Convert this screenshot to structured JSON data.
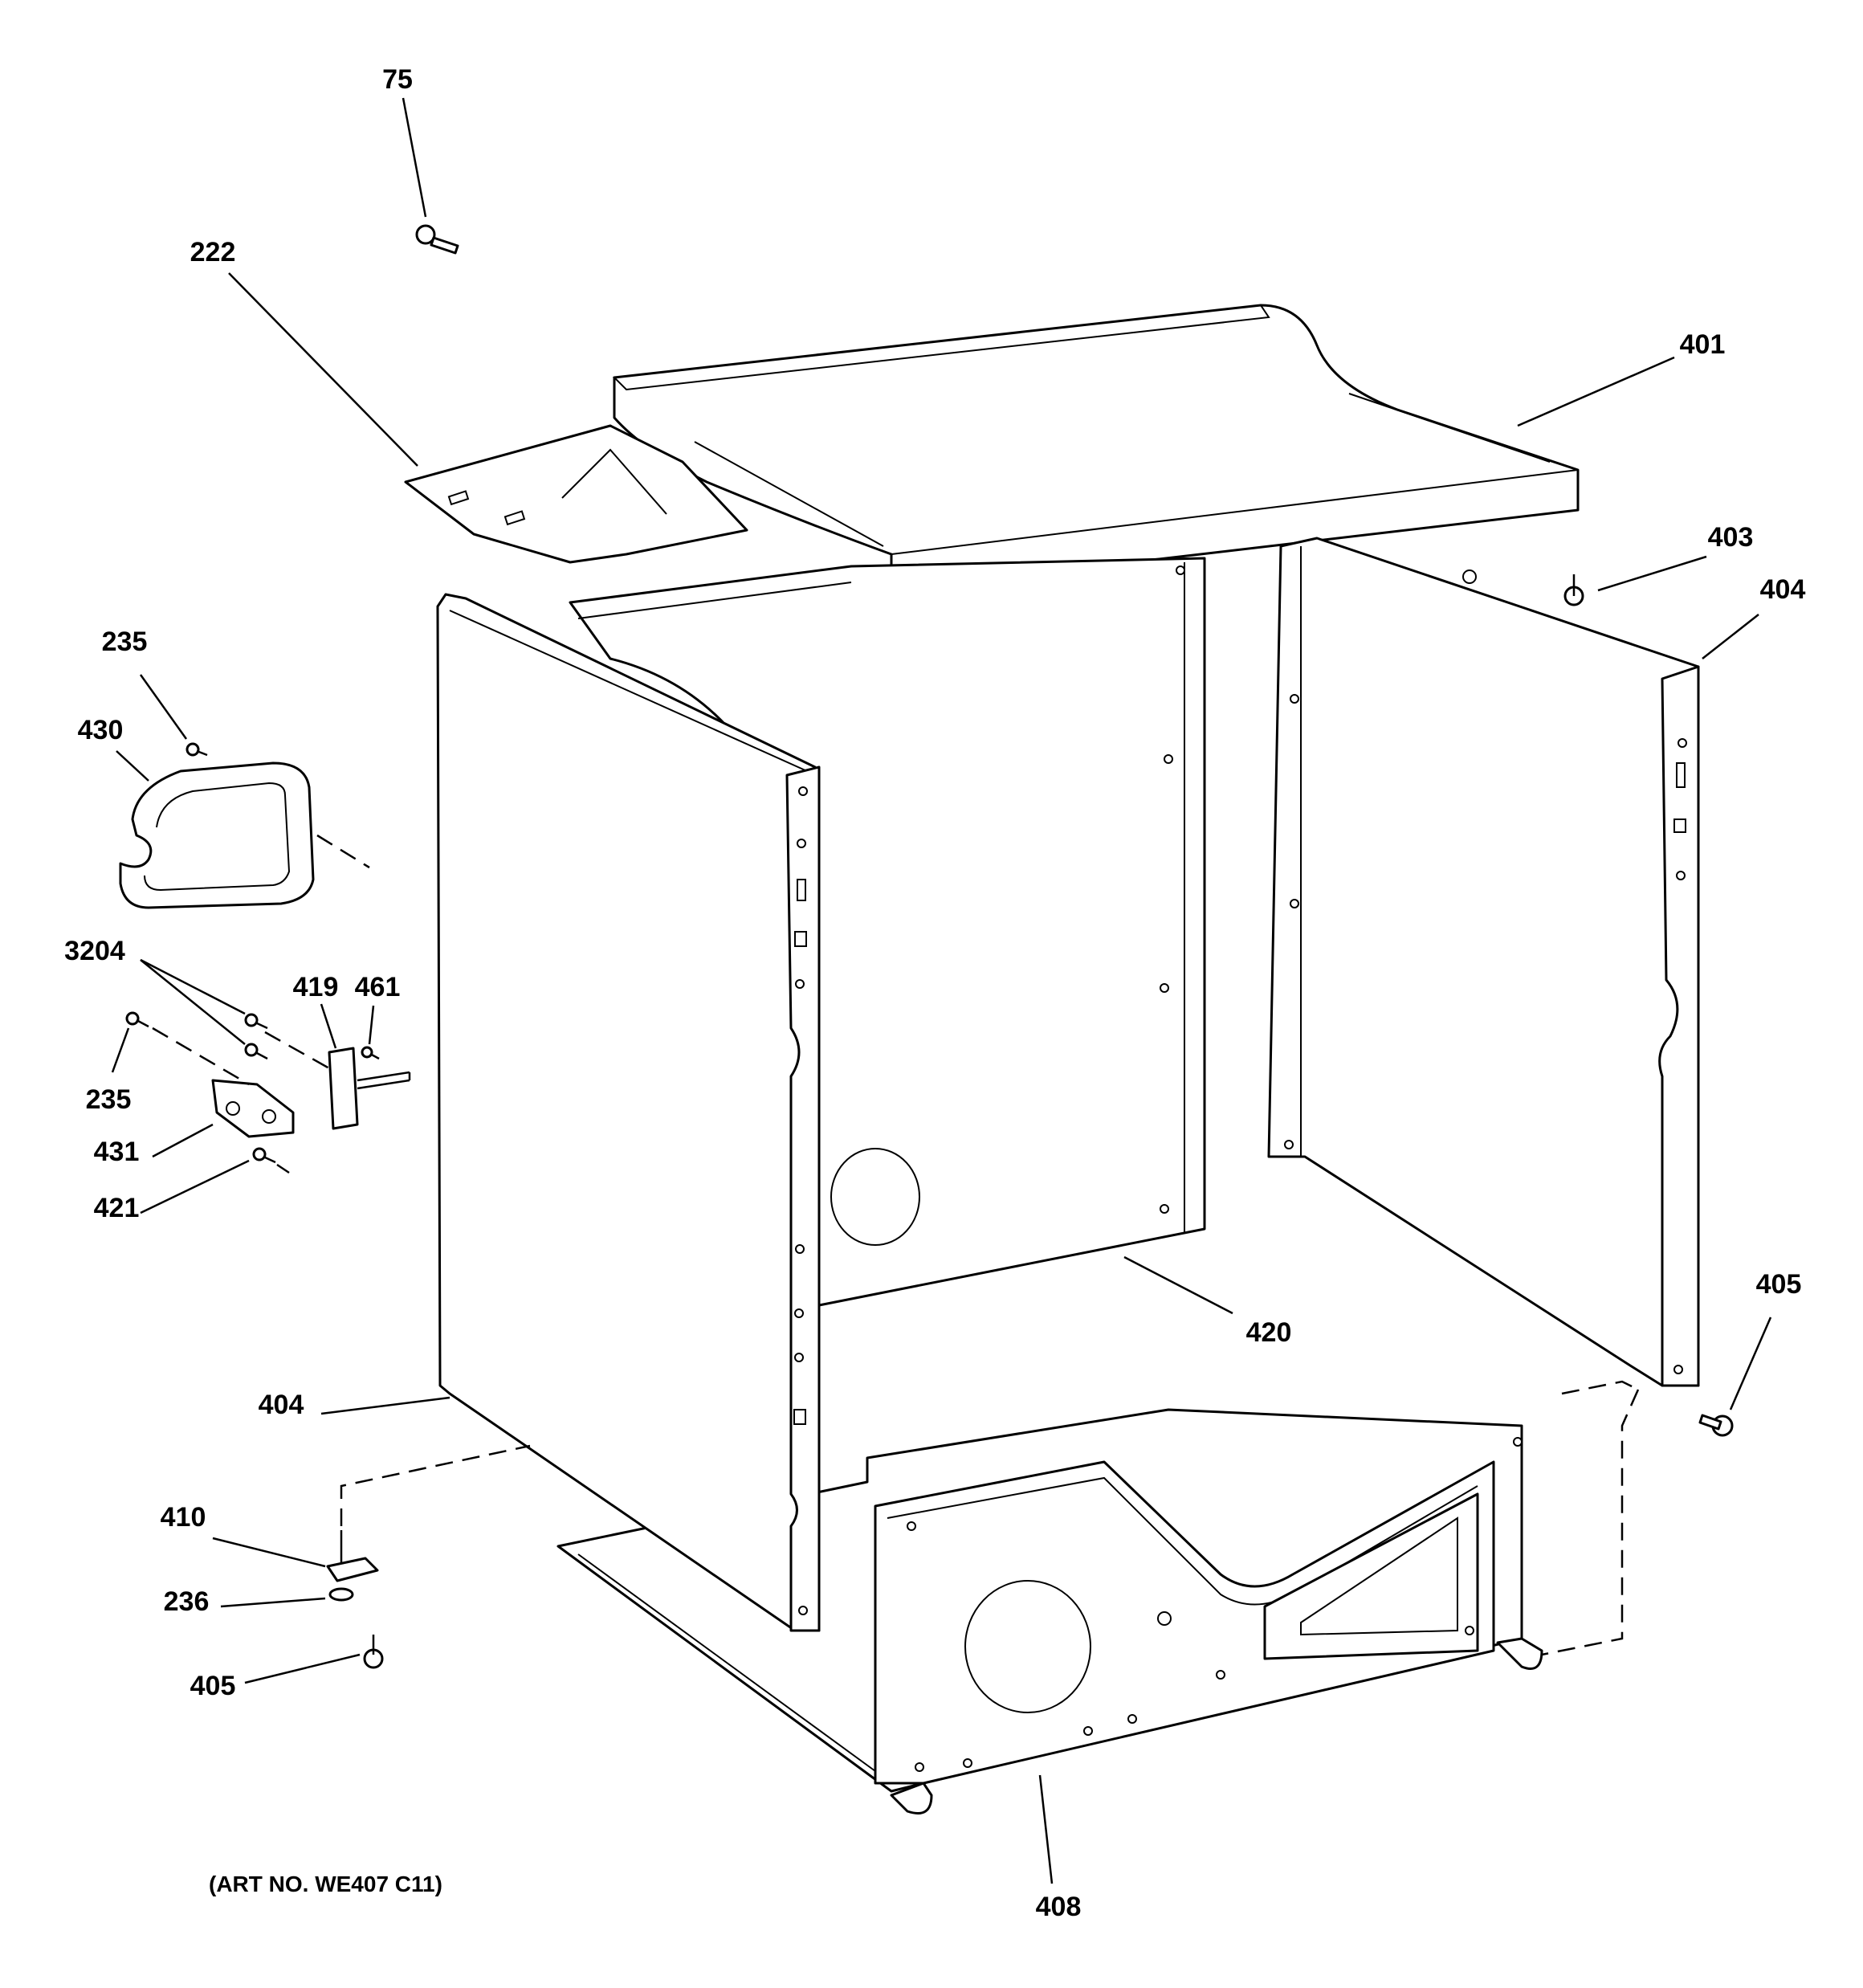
{
  "diagram": {
    "callouts": [
      "75",
      "222",
      "401",
      "403",
      "404",
      "235",
      "430",
      "3204",
      "419",
      "461",
      "235",
      "431",
      "421",
      "420",
      "405",
      "404",
      "410",
      "236",
      "405",
      "408"
    ],
    "art_number": "(ART NO. WE407 C11)"
  }
}
